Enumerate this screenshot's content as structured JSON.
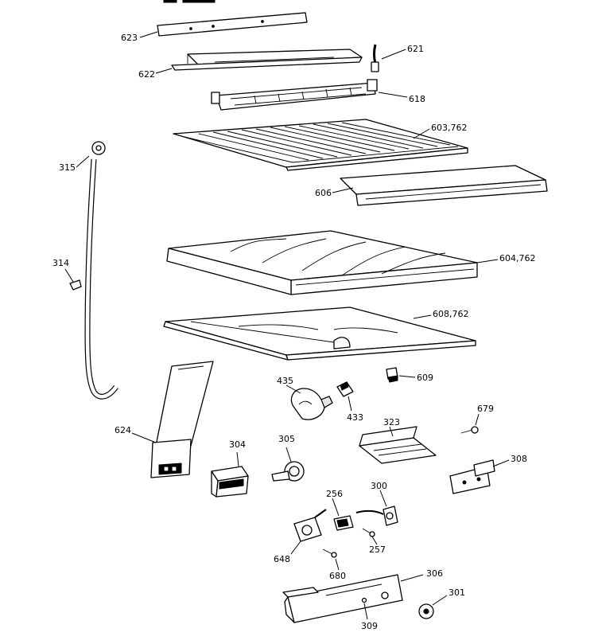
{
  "callouts": {
    "p623": "623",
    "p622": "622",
    "p621": "621",
    "p618": "618",
    "p603": "603,762",
    "p315": "315",
    "p606": "606",
    "p314": "314",
    "p604": "604,762",
    "p608": "608,762",
    "p609": "609",
    "p435": "435",
    "p433": "433",
    "p624": "624",
    "p323": "323",
    "p679": "679",
    "p304": "304",
    "p305": "305",
    "p308": "308",
    "p256": "256",
    "p300": "300",
    "p257": "257",
    "p648": "648",
    "p680": "680",
    "p306": "306",
    "p301": "301",
    "p309": "309"
  }
}
